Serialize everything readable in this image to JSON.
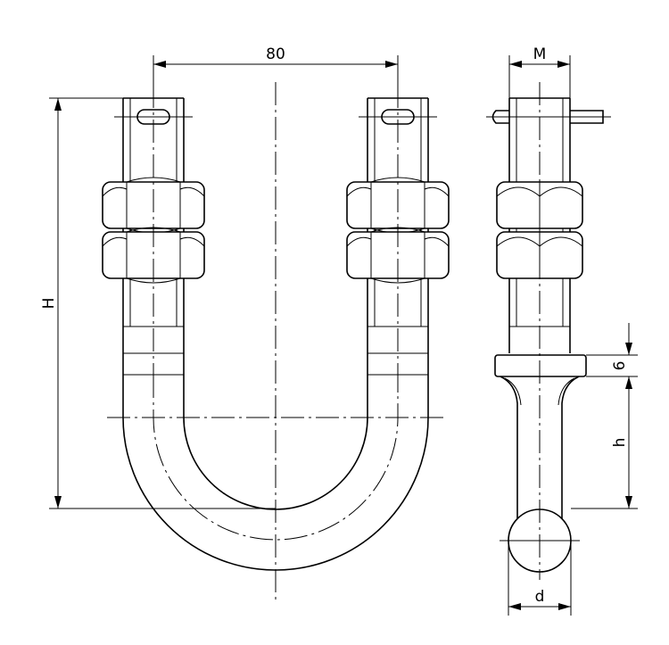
{
  "dimensions": {
    "width_label": "80",
    "m_label": "M",
    "h_total_label": "H",
    "six_label": "6",
    "h_label": "h",
    "d_label": "d"
  }
}
